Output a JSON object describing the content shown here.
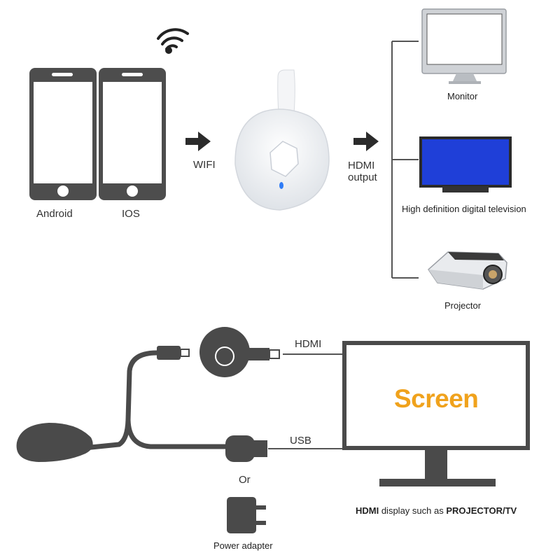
{
  "phones": {
    "android_label": "Android",
    "ios_label": "IOS"
  },
  "wifi_arrow_label": "WIFI",
  "hdmi_arrow_label": [
    "HDMI",
    "output"
  ],
  "outputs": {
    "monitor_label": "Monitor",
    "tv_label": "High definition digital television",
    "projector_label": "Projector"
  },
  "bottom": {
    "hdmi_label": "HDMI",
    "usb_label": "USB",
    "or_label": "Or",
    "power_adapter_label": "Power adapter",
    "screen_label": "Screen",
    "caption": {
      "bold1": "HDMI",
      "normal": " display such as ",
      "bold2": "PROJECTOR/TV"
    }
  },
  "colors": {
    "screen_text": "#f0a21c",
    "tv_screen": "#1f3fd8",
    "cable_dark": "#4a4a4a",
    "phone_frame": "#505050",
    "line": "#555555"
  }
}
